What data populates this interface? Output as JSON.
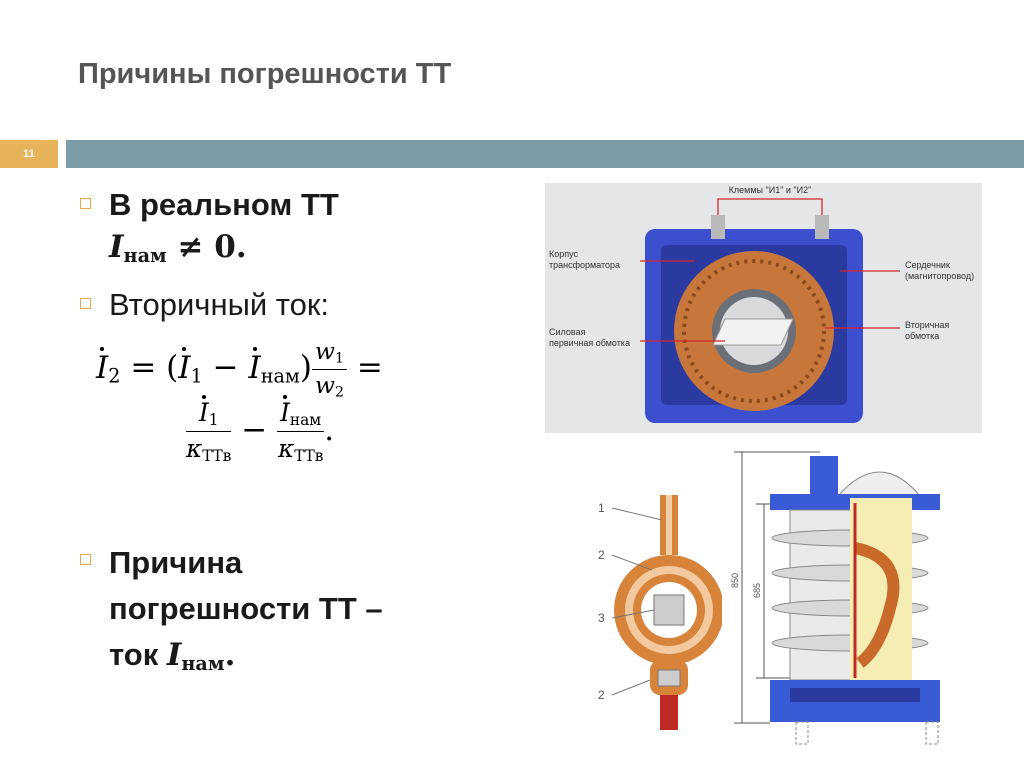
{
  "title": "Причины погрешности ТТ",
  "slide_number": "11",
  "bullets": {
    "b1": {
      "text": "В реальном ТТ",
      "sym": "I",
      "sub": "нам",
      "tail": "≠ 0."
    },
    "b2": {
      "text": "Вторичный ток:"
    },
    "b3": {
      "line1": "Причина",
      "line2": "погрешности ТТ –",
      "line3": "ток",
      "sym": "I",
      "sub": "нам",
      "tail": "."
    }
  },
  "formula": {
    "i": "I",
    "sub2": "2",
    "sub1": "1",
    "subnam": "нам",
    "eq": "=",
    "w1": "w",
    "w1sub": "1",
    "w2": "w",
    "w2sub": "2",
    "k": "κ",
    "ksub": "ТТв",
    "minus": "−",
    "end": "."
  },
  "figure_top": {
    "label_terminals": "Клеммы \"И1\" и \"И2\"",
    "label_body_1": "Корпус",
    "label_body_2": "трансформатора",
    "label_core_1": "Сердечник",
    "label_core_2": "(магнитопровод)",
    "label_primary_1": "Силовая",
    "label_primary_2": "первичная обмотка",
    "label_secondary_1": "Вторичная",
    "label_secondary_2": "обмотка"
  },
  "figure_bottom": {
    "callouts": [
      "1",
      "2",
      "3",
      "2"
    ],
    "dim_850": "850",
    "dim_685": "685"
  }
}
